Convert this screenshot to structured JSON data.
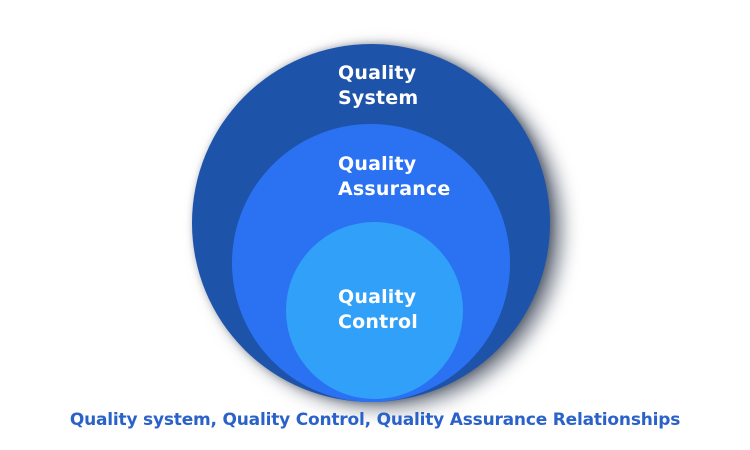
{
  "diagram": {
    "type": "nested-circles",
    "background": "#FFFFFF",
    "label_color": "#FFFFFF",
    "circles": [
      {
        "name": "Quality System",
        "label": "Quality\nSystem",
        "color": "#1D53A9"
      },
      {
        "name": "Quality Assurance",
        "label": "Quality\nAssurance",
        "color": "#2B72F3"
      },
      {
        "name": "Quality Control",
        "label": "Quality\nControl",
        "color": "#31A0F8"
      }
    ],
    "caption": {
      "text": "Quality system, Quality Control, Quality Assurance Relationships",
      "color": "#2A62C9"
    }
  }
}
